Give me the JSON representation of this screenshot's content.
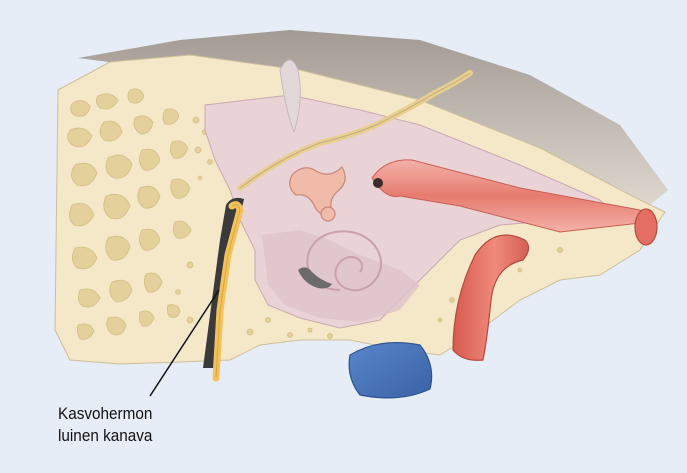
{
  "label": {
    "line1": "Kasvohermon",
    "line2": "luinen kanava"
  },
  "colors": {
    "background": "#e6edf6",
    "bone": "#f4e8c8",
    "bone_pores": "#e3d09b",
    "skin_top": "#c7bfb6",
    "membrane_pink": "#e9ccd2",
    "nerve_yellow": "#f3c25c",
    "artery_red": "#e46e61",
    "vein_blue": "#4a73b8",
    "leader_line": "#111111"
  },
  "icons": [
    "facial-nerve-canal",
    "cochlea",
    "ossicles",
    "internal-carotid-artery",
    "jugular-vein"
  ]
}
